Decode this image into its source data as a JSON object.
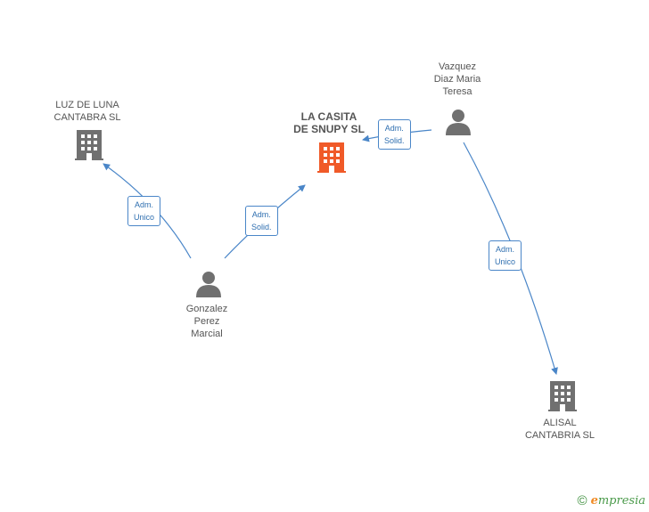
{
  "nodes": {
    "luz_de_luna": {
      "label_line1": "LUZ DE LUNA",
      "label_line2": "CANTABRA SL",
      "type": "company"
    },
    "la_casita": {
      "label_line1": "LA CASITA",
      "label_line2": "DE SNUPY SL",
      "type": "company-main"
    },
    "vazquez": {
      "label_line1": "Vazquez",
      "label_line2": "Diaz Maria",
      "label_line3": "Teresa",
      "type": "person"
    },
    "gonzalez": {
      "label_line1": "Gonzalez",
      "label_line2": "Perez",
      "label_line3": "Marcial",
      "type": "person"
    },
    "alisal": {
      "label_line1": "ALISAL",
      "label_line2": "CANTABRIA SL",
      "type": "company"
    }
  },
  "edges": {
    "gonzalez_luz": {
      "line1": "Adm.",
      "line2": "Unico"
    },
    "gonzalez_casita": {
      "line1": "Adm.",
      "line2": "Solid."
    },
    "vazquez_casita": {
      "line1": "Adm.",
      "line2": "Solid."
    },
    "vazquez_alisal": {
      "line1": "Adm.",
      "line2": "Unico"
    }
  },
  "colors": {
    "edge": "#4a86c8",
    "company_icon": "#707070",
    "main_company_icon": "#f05a28",
    "person_icon": "#707070"
  },
  "footer": {
    "copyright": "©",
    "brand_initial": "e",
    "brand_rest": "mpresia"
  }
}
